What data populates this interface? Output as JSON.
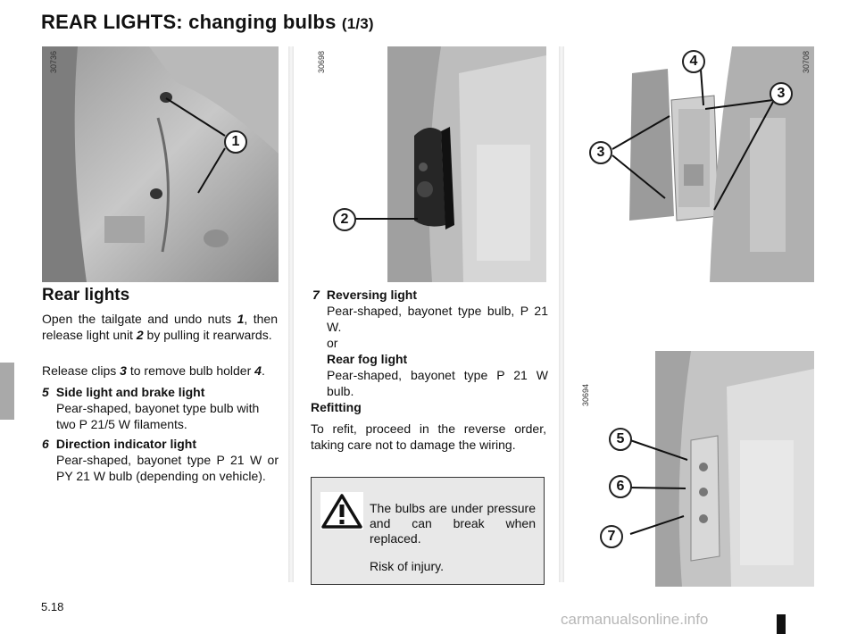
{
  "header": {
    "title": "REAR LIGHTS: changing bulbs",
    "part": "(1/3)"
  },
  "photos": {
    "photo1": {
      "ref": "30736",
      "callouts": [
        "1"
      ]
    },
    "photo2": {
      "ref": "30698",
      "callouts": [
        "2"
      ]
    },
    "photo3": {
      "ref": "30708",
      "callouts": [
        "4",
        "3",
        "3"
      ]
    },
    "photo4": {
      "ref": "30694",
      "callouts": [
        "5",
        "6",
        "7"
      ]
    }
  },
  "section": {
    "heading": "Rear lights",
    "para1": {
      "t1": "Open the tailgate and undo nuts ",
      "n1": "1",
      "t2": ", then release light unit ",
      "n2": "2",
      "t3": " by pulling it rearwards."
    },
    "para2": {
      "t1": "Release clips ",
      "n1": "3",
      "t2": " to remove bulb holder ",
      "n2": "4",
      "t3": "."
    },
    "items": [
      {
        "num": "5",
        "head": "Side light and brake light",
        "body": "Pear-shaped, bayonet type bulb with two P 21/5 W filaments."
      },
      {
        "num": "6",
        "head": "Direction indicator light",
        "body": "Pear-shaped, bayonet type P 21 W or PY 21 W bulb (depending on vehicle)."
      },
      {
        "num": "7",
        "head": "Reversing light",
        "body": "Pear-shaped, bayonet type bulb, P 21 W.",
        "or": "or",
        "head2": "Rear fog light",
        "body2": "Pear-shaped, bayonet type P 21 W bulb."
      }
    ],
    "refit_heading": "Refitting",
    "refit_text": "To refit, proceed in the reverse order, taking care not to damage the wiring."
  },
  "warning": {
    "icon": "warning-triangle-icon",
    "text": "The bulbs are under pressure and can break when replaced.",
    "risk": "Risk of injury."
  },
  "footer": {
    "page": "5.18",
    "watermark": "carmanualsonline.info"
  }
}
